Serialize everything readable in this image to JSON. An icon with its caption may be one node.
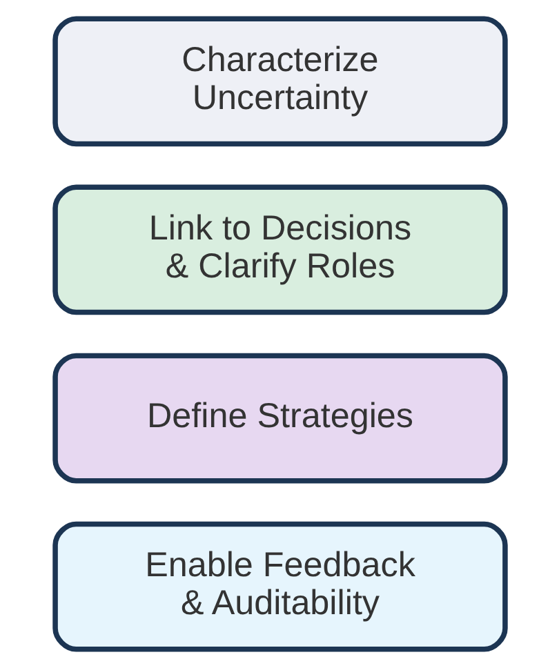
{
  "diagram": {
    "nodes": [
      {
        "text": [
          "Characterize Uncertainty"
        ]
      },
      {
        "text": [
          "Link to Decisions & Clarify Roles"
        ]
      },
      {
        "text": [
          "Define Strategies"
        ]
      },
      {
        "text": [
          "Enable Feedback & Auditability"
        ]
      }
    ]
  }
}
